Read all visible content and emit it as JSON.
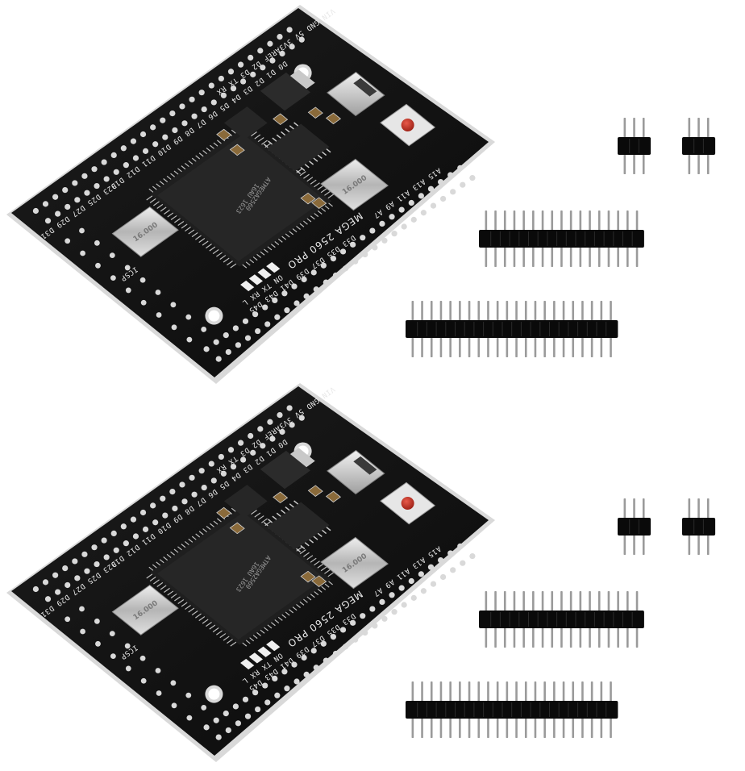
{
  "image": {
    "description_none": ""
  },
  "boards": [
    {
      "silkscreen": {
        "title": "MEGA 2560 PRO",
        "chip": "ATMEGA2560",
        "chip_sub": "16AU 1623",
        "crystal": "16.000",
        "top_row": "VIN GND 5V 3V3AREF D2 D3 TX RX",
        "leds": "ON TX RX L",
        "icsp": "ICSP",
        "left_labels": "D23 D25 D27 D29 D31",
        "right_labels": "A15 A13 A11 A9 A7",
        "bottom_labels": "D33 D35 D37 D39 D41 D43 D45",
        "side_labels": "D0 D1 D2 D3 D4 D5 D6 D7 D8 D9 D10 D11 D12 D13"
      }
    },
    {
      "silkscreen": {
        "title": "MEGA 2560 PRO",
        "chip": "ATMEGA2560",
        "chip_sub": "16AU 1623",
        "crystal": "16.000",
        "top_row": "VIN GND 5V 3V3AREF D2 D3 TX RX",
        "leds": "ON TX RX L",
        "icsp": "ICSP",
        "left_labels": "D23 D25 D27 D29 D31",
        "right_labels": "A15 A13 A11 A9 A7",
        "bottom_labels": "D33 D35 D37 D39 D41 D43 D45",
        "side_labels": "D0 D1 D2 D3 D4 D5 D6 D7 D8 D9 D10 D11 D12 D13"
      }
    }
  ],
  "headers": {
    "group_top": [
      {
        "pins": 3
      },
      {
        "pins": 3
      },
      {
        "pins": 17
      },
      {
        "pins": 22
      }
    ],
    "group_bottom": [
      {
        "pins": 3
      },
      {
        "pins": 3
      },
      {
        "pins": 17
      },
      {
        "pins": 22
      }
    ]
  },
  "colors": {
    "pcb": "#141414",
    "pad": "#d9d9d9",
    "chip": "#262626",
    "crystal": "#c9c9c9",
    "button": "#c0392b",
    "header_plastic": "#0a0a0a",
    "header_pin": "#9a9a9a"
  }
}
